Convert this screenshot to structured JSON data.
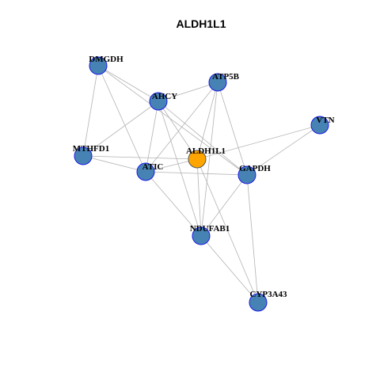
{
  "title": "ALDH1L1",
  "colors": {
    "center_fill": "#FFA500",
    "node_fill": "#4682B4",
    "node_stroke": "#1A1AE6",
    "center_stroke": "#555555",
    "edge": "#B3B3B3"
  },
  "nodes": [
    {
      "id": "DMGDH",
      "label": "DMGDH"
    },
    {
      "id": "ATP5B",
      "label": "ATP5B"
    },
    {
      "id": "AHCY",
      "label": "AHCY"
    },
    {
      "id": "VTN",
      "label": "VTN"
    },
    {
      "id": "MTHFD1",
      "label": "MTHFD1"
    },
    {
      "id": "ALDH1L1",
      "label": "ALDH1L1",
      "center": true
    },
    {
      "id": "ATIC",
      "label": "ATIC"
    },
    {
      "id": "GAPDH",
      "label": "GAPDH"
    },
    {
      "id": "NDUFAB1",
      "label": "NDUFAB1"
    },
    {
      "id": "CYP3A43",
      "label": "CYP3A43"
    }
  ],
  "edges": [
    [
      "DMGDH",
      "AHCY"
    ],
    [
      "DMGDH",
      "MTHFD1"
    ],
    [
      "DMGDH",
      "ATIC"
    ],
    [
      "DMGDH",
      "GAPDH"
    ],
    [
      "AHCY",
      "ATIC"
    ],
    [
      "AHCY",
      "MTHFD1"
    ],
    [
      "AHCY",
      "NDUFAB1"
    ],
    [
      "AHCY",
      "GAPDH"
    ],
    [
      "AHCY",
      "ALDH1L1"
    ],
    [
      "ATP5B",
      "AHCY"
    ],
    [
      "ATP5B",
      "ATIC"
    ],
    [
      "ATP5B",
      "ALDH1L1"
    ],
    [
      "ATP5B",
      "NDUFAB1"
    ],
    [
      "ATP5B",
      "GAPDH"
    ],
    [
      "MTHFD1",
      "ATIC"
    ],
    [
      "MTHFD1",
      "ALDH1L1"
    ],
    [
      "ATIC",
      "GAPDH"
    ],
    [
      "ATIC",
      "NDUFAB1"
    ],
    [
      "ATIC",
      "ALDH1L1"
    ],
    [
      "ALDH1L1",
      "VTN"
    ],
    [
      "ALDH1L1",
      "NDUFAB1"
    ],
    [
      "ALDH1L1",
      "CYP3A43"
    ],
    [
      "VTN",
      "GAPDH"
    ],
    [
      "GAPDH",
      "NDUFAB1"
    ],
    [
      "GAPDH",
      "CYP3A43"
    ],
    [
      "NDUFAB1",
      "CYP3A43"
    ]
  ]
}
